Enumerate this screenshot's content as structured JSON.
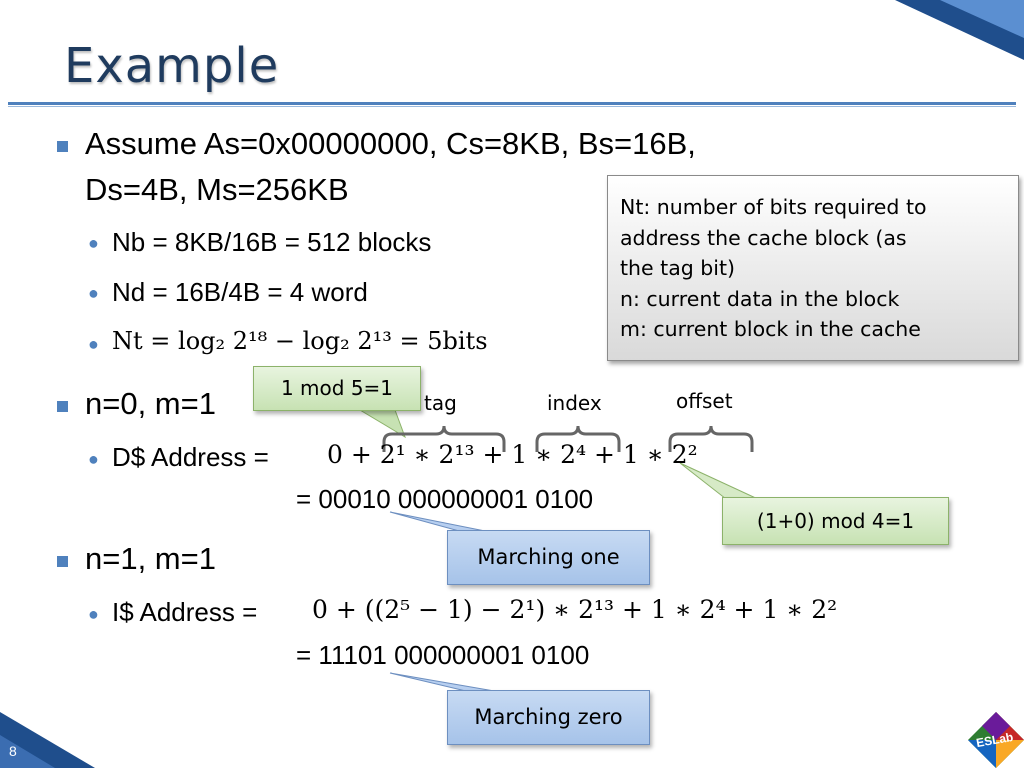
{
  "slide": {
    "title": "Example",
    "page_number": "8",
    "logo_text": "ESLab"
  },
  "bullets": {
    "b1_line1": "Assume As=0x00000000, Cs=8KB, Bs=16B,",
    "b1_line2": "Ds=4B, Ms=256KB",
    "nb": "Nb = 8KB/16B = 512 blocks",
    "nd": "Nd = 16B/4B = 4 word",
    "nt": "Nt = log₂ 2¹⁸ − log₂ 2¹³ = 5bits",
    "b2": "n=0, m=1",
    "d_addr_label": "D$ Address = ",
    "d_addr_expr": "0 + 2¹ ∗ 2¹³ + 1 ∗ 2⁴ + 1 ∗ 2²",
    "d_addr_bin": "= 00010 000000001 0100",
    "b3": "n=1, m=1",
    "i_addr_label": "I$ Address = ",
    "i_addr_expr": "0 + ((2⁵ − 1) − 2¹) ∗ 2¹³ + 1 ∗ 2⁴ + 1 ∗ 2²",
    "i_addr_bin": "= 11101 000000001 0100"
  },
  "note": {
    "lines": [
      "Nt: number of bits required to",
      "address the cache block (as",
      "the tag bit)",
      "n: current data in the block",
      "m: current block in the cache"
    ]
  },
  "labels": {
    "tag": "tag",
    "index": "index",
    "offset": "offset"
  },
  "callouts": {
    "mod5": "1 mod 5=1",
    "mod4": "(1+0) mod 4=1",
    "marching_one": "Marching one",
    "marching_zero": "Marching zero"
  },
  "colors": {
    "accent": "#4f81bd",
    "title": "#1f3b5e",
    "green_callout": "#c7e2b3",
    "blue_callout": "#a6c3e9"
  }
}
